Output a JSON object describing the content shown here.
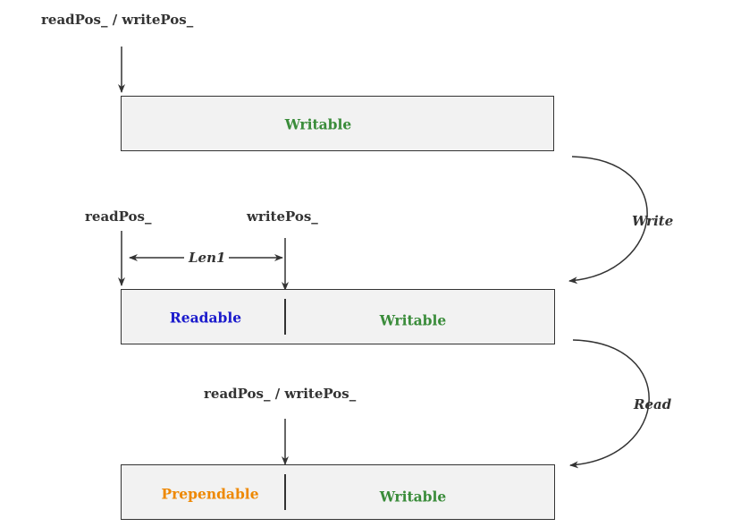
{
  "colors": {
    "writable": "#3a8c3a",
    "readable": "#1a1acc",
    "prependable": "#ee8800",
    "line": "#333333",
    "box_fill": "#f2f2f2"
  },
  "state1": {
    "pointer_label": "readPos_ / writePos_",
    "writable_label": "Writable"
  },
  "transition_write": {
    "label": "Write"
  },
  "state2": {
    "read_pointer_label": "readPos_",
    "write_pointer_label": "writePos_",
    "length_label": "Len1",
    "readable_label": "Readable",
    "writable_label": "Writable"
  },
  "transition_read": {
    "label": "Read"
  },
  "state3": {
    "pointer_label": "readPos_ / writePos_",
    "prependable_label": "Prependable",
    "writable_label": "Writable"
  }
}
